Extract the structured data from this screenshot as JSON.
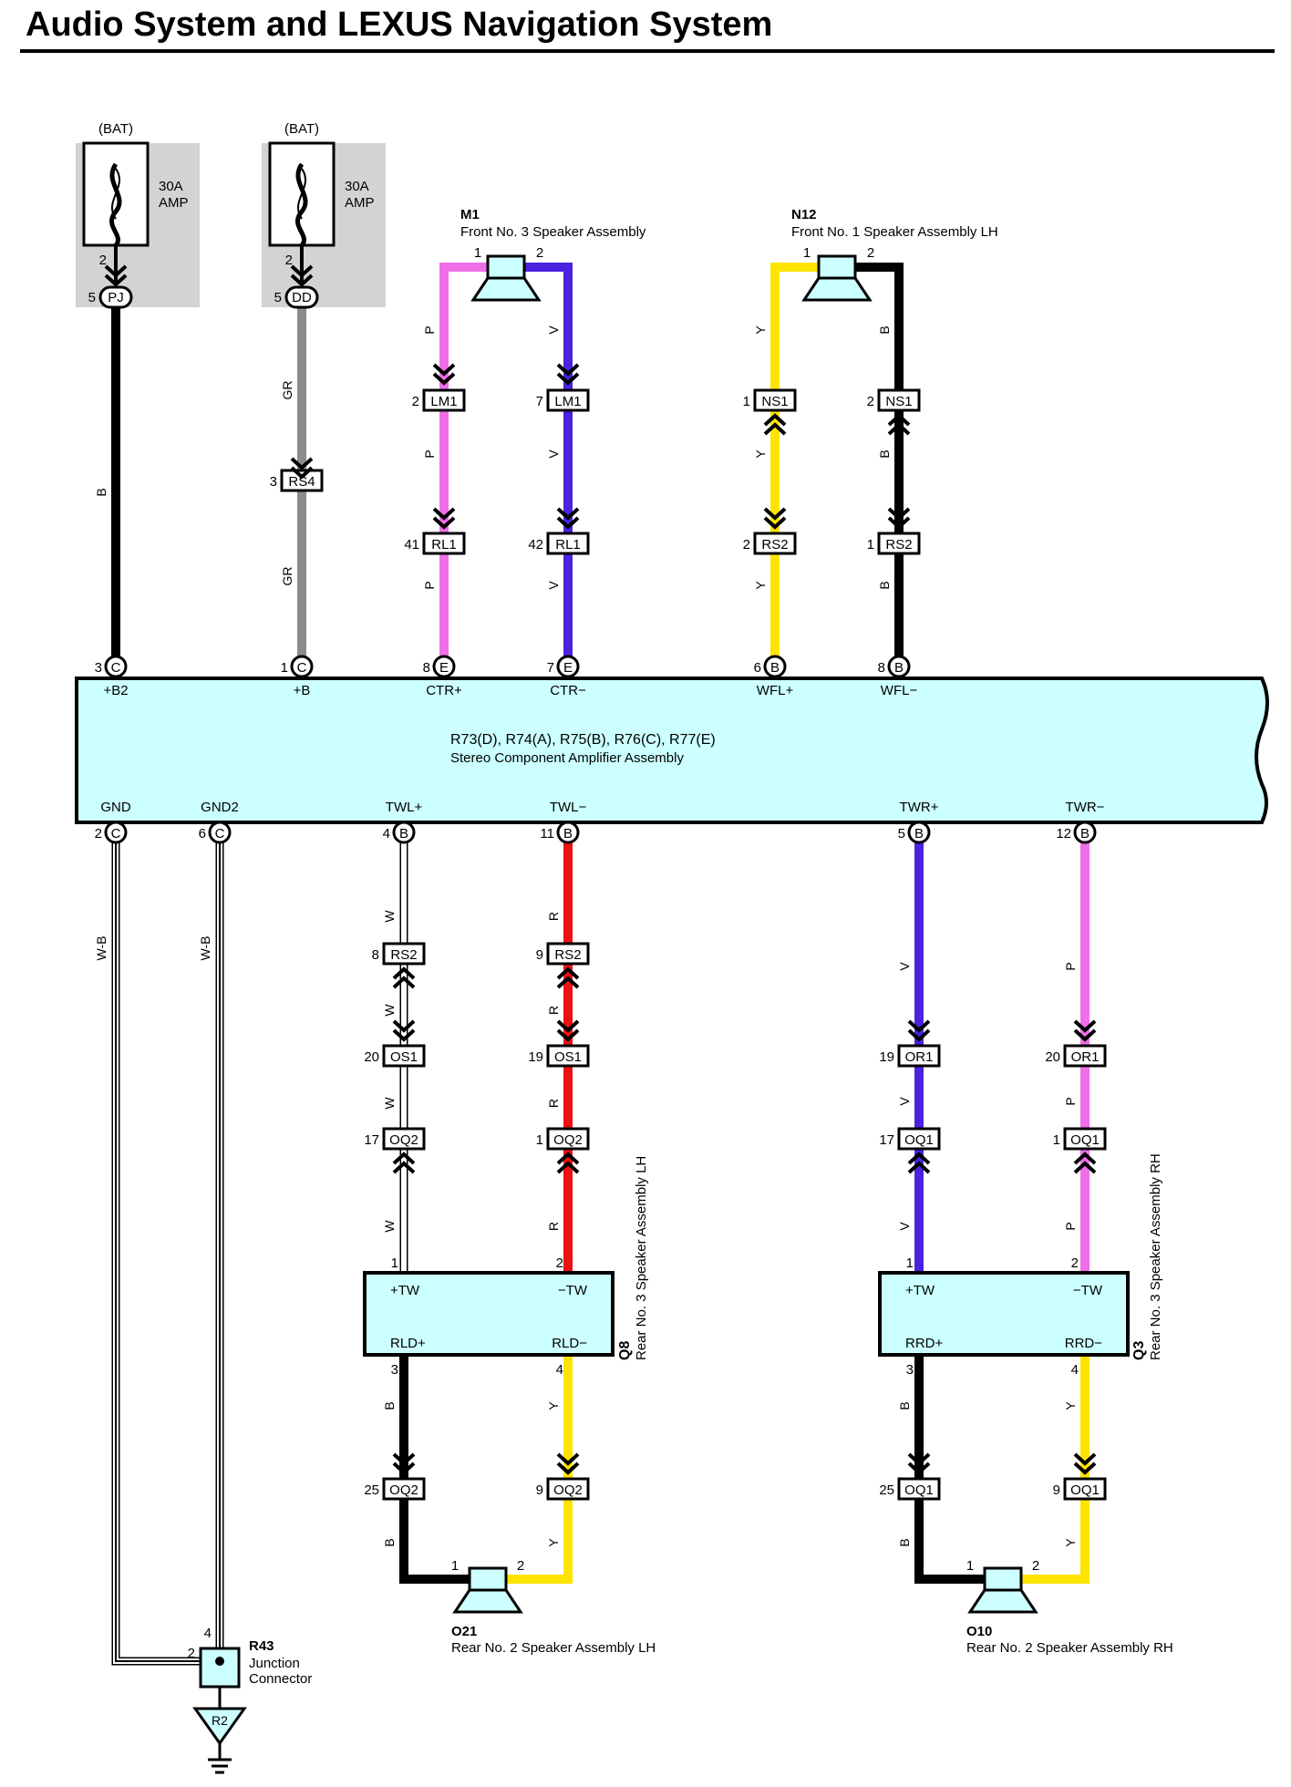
{
  "title": "Audio System and LEXUS Navigation System",
  "colors": {
    "P": "#f06ee8",
    "V": "#4a22e0",
    "Y": "#ffe400",
    "B": "#000000",
    "GR": "#8c8c8c",
    "R": "#ee1111",
    "W": "#ffffff",
    "W-B": "#ffffff",
    "component_fill": "#ccffff",
    "fuse_bg": "#d3d3d3"
  },
  "fuses": [
    {
      "label": "(BAT)",
      "rating": "30A",
      "name": "AMP",
      "pin": "2",
      "conn_pin": "5",
      "conn": "PJ"
    },
    {
      "label": "(BAT)",
      "rating": "30A",
      "name": "AMP",
      "pin": "2",
      "conn_pin": "5",
      "conn": "DD"
    }
  ],
  "amplifier": {
    "line1": "R73(D), R74(A), R75(B), R76(C), R77(E)",
    "line2": "Stereo Component Amplifier Assembly",
    "top_terminals": [
      {
        "pin": "3",
        "conn": "C",
        "label": "+B2"
      },
      {
        "pin": "1",
        "conn": "C",
        "label": "+B"
      },
      {
        "pin": "8",
        "conn": "E",
        "label": "CTR+"
      },
      {
        "pin": "7",
        "conn": "E",
        "label": "CTR−"
      },
      {
        "pin": "6",
        "conn": "B",
        "label": "WFL+"
      },
      {
        "pin": "8",
        "conn": "B",
        "label": "WFL−"
      }
    ],
    "bottom_terminals": [
      {
        "pin": "2",
        "conn": "C",
        "label": "GND"
      },
      {
        "pin": "6",
        "conn": "C",
        "label": "GND2"
      },
      {
        "pin": "4",
        "conn": "B",
        "label": "TWL+"
      },
      {
        "pin": "11",
        "conn": "B",
        "label": "TWL−"
      },
      {
        "pin": "5",
        "conn": "B",
        "label": "TWR+"
      },
      {
        "pin": "12",
        "conn": "B",
        "label": "TWR−"
      }
    ]
  },
  "speakers": {
    "M1": {
      "id": "M1",
      "name": "Front No. 3 Speaker Assembly",
      "pin1": "1",
      "pin2": "2"
    },
    "N12": {
      "id": "N12",
      "name": "Front No. 1 Speaker Assembly LH",
      "pin1": "1",
      "pin2": "2"
    },
    "O21": {
      "id": "O21",
      "name": "Rear No. 2 Speaker Assembly LH",
      "pin1": "1",
      "pin2": "2"
    },
    "O10": {
      "id": "O10",
      "name": "Rear No. 2 Speaker Assembly RH",
      "pin1": "1",
      "pin2": "2"
    }
  },
  "tweeters": {
    "Q8": {
      "id": "Q8",
      "name": "Rear No. 3 Speaker Assembly LH",
      "tl": "+TW",
      "tr": "−TW",
      "bl": "RLD+",
      "br": "RLD−",
      "p1": "1",
      "p2": "2",
      "p3": "3",
      "p4": "4"
    },
    "Q3": {
      "id": "Q3",
      "name": "Rear No. 3 Speaker Assembly RH",
      "tl": "+TW",
      "tr": "−TW",
      "bl": "RRD+",
      "br": "RRD−",
      "p1": "1",
      "p2": "2",
      "p3": "3",
      "p4": "4"
    }
  },
  "connectors": [
    {
      "conn": "RS4",
      "pin": "3"
    },
    {
      "conn": "LM1",
      "pin": "2"
    },
    {
      "conn": "LM1",
      "pin": "7"
    },
    {
      "conn": "RL1",
      "pin": "41"
    },
    {
      "conn": "RL1",
      "pin": "42"
    },
    {
      "conn": "NS1",
      "pin": "1"
    },
    {
      "conn": "NS1",
      "pin": "2"
    },
    {
      "conn": "RS2",
      "pin": "2"
    },
    {
      "conn": "RS2",
      "pin": "1"
    },
    {
      "conn": "RS2",
      "pin": "8"
    },
    {
      "conn": "RS2",
      "pin": "9"
    },
    {
      "conn": "OS1",
      "pin": "20"
    },
    {
      "conn": "OS1",
      "pin": "19"
    },
    {
      "conn": "OQ2",
      "pin": "17"
    },
    {
      "conn": "OQ2",
      "pin": "1"
    },
    {
      "conn": "OR1",
      "pin": "19"
    },
    {
      "conn": "OR1",
      "pin": "20"
    },
    {
      "conn": "OQ1",
      "pin": "17"
    },
    {
      "conn": "OQ1",
      "pin": "1"
    },
    {
      "conn": "OQ2",
      "pin": "25"
    },
    {
      "conn": "OQ2",
      "pin": "9"
    },
    {
      "conn": "OQ1",
      "pin": "25"
    },
    {
      "conn": "OQ1",
      "pin": "9"
    }
  ],
  "wire_labels": [
    "B",
    "GR",
    "GR",
    "P",
    "P",
    "P",
    "V",
    "V",
    "V",
    "Y",
    "Y",
    "Y",
    "B",
    "B",
    "B",
    "W-B",
    "W-B",
    "W",
    "W",
    "W",
    "W",
    "R",
    "R",
    "R",
    "R",
    "V",
    "V",
    "V",
    "P",
    "P",
    "P",
    "B",
    "B",
    "Y",
    "Y",
    "B",
    "B",
    "Y",
    "Y"
  ],
  "junction": {
    "id": "R43",
    "line1": "Junction",
    "line2": "Connector",
    "pin4": "4",
    "pin2": "2"
  },
  "ground": {
    "id": "R2"
  }
}
